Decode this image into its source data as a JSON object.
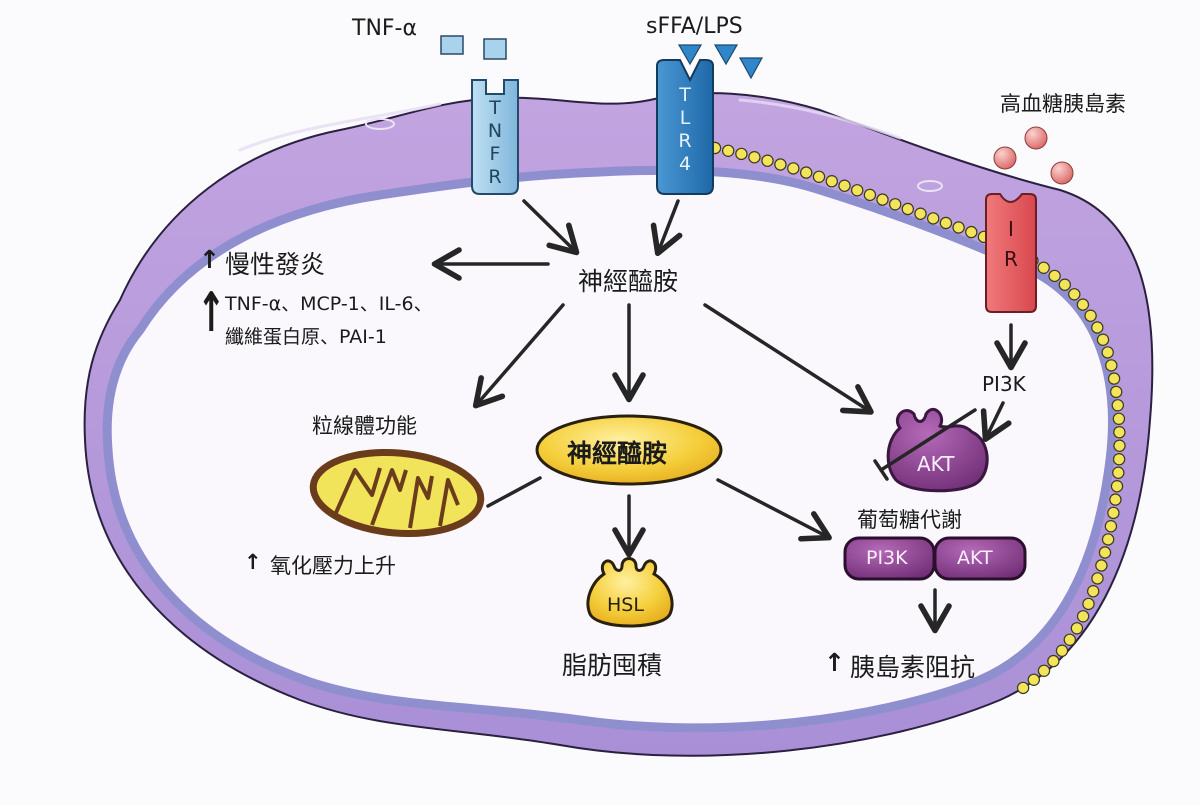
{
  "diagram": {
    "ligands": {
      "tnf_alpha": "TNF-α",
      "sffa_lps": "sFFA/LPS",
      "hyperglycemia_insulin": "高血糖胰島素"
    },
    "receptors": {
      "tnfr": [
        "T",
        "N",
        "F",
        "R"
      ],
      "tlr4": [
        "T",
        "L",
        "R",
        "4"
      ],
      "ir": [
        "I",
        "R"
      ]
    },
    "central_node": "神經醯胺",
    "ceramide_ellipse": "神經醯胺",
    "inflammation": {
      "arrow": "↑",
      "title": "慢性發炎",
      "markers_line1": "TNF-α、MCP-1、IL-6、",
      "markers_line2": "纖維蛋白原、PAI-1"
    },
    "mitochondria": {
      "title": "粒線體功能",
      "effect_arrow": "↑",
      "effect": "氧化壓力上升"
    },
    "lipid": {
      "enzyme": "HSL",
      "effect": "脂肪囤積"
    },
    "insulin_pathway": {
      "pi3k": "PI3K",
      "akt": "AKT",
      "glucose_metabolism": "葡萄糖代謝",
      "complex_pi3k": "PI3K",
      "complex_akt": "AKT",
      "effect_arrow": "↑",
      "effect": "胰島素阻抗"
    },
    "colors": {
      "membrane_outer": "#b79ad8",
      "membrane_inner": "#8f8fd0",
      "lipid_bead": "#f3e45a",
      "tnfr": "#9ccbe8",
      "tlr4": "#2f7fc0",
      "ir": "#e2555a",
      "ceramide": "#f5cf3c",
      "akt": "#8a3f8e",
      "insulin_dot": "#ea8c8a",
      "arrow": "#262626"
    }
  }
}
